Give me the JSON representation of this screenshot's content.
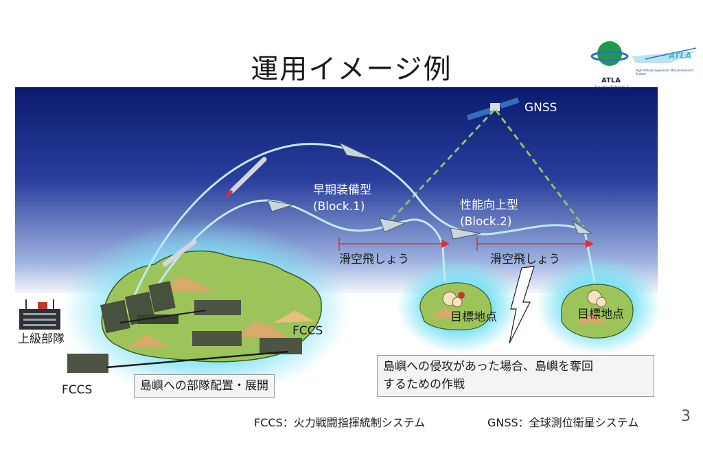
{
  "title": "運用イメージ例",
  "logos": {
    "atla_name": "ATLA",
    "atla_sub": "Acquisition,Technology &",
    "hatla_name": "ATLA",
    "hatla_sub": "High Altitude Supersonic Missile Research System"
  },
  "labels": {
    "gnss": "GNSS",
    "early_type": "早期装備型",
    "early_block": "(Block.1)",
    "improved_type": "性能向上型",
    "improved_block": "(Block.2)",
    "glide_1": "滑空飛しょう",
    "glide_2": "滑空飛しょう",
    "target_1": "目標地点",
    "target_2": "目標地点",
    "fccs_island": "FCCS",
    "fccs_shore": "FCCS",
    "hq": "上級部隊"
  },
  "boxes": {
    "deploy": "島嶼への部隊配置・展開",
    "operation_line1": "島嶼への侵攻があった場合、島嶼を奪回",
    "operation_line2": "するための作戦"
  },
  "footer": {
    "fccs_def": "FCCS：火力戦闘指揮統制システム",
    "gnss_def": "GNSS：全球測位衛星システム"
  },
  "page_number": "3",
  "colors": {
    "sky_top": "#0a1a6e",
    "sky_bottom": "#ffffff",
    "island_glow": "#5fd3ee",
    "island_fill": "#9cc45a",
    "trajectory": "#bfeaf7",
    "gnss_link": "#86c66a",
    "range_marker": "#e0302a"
  }
}
